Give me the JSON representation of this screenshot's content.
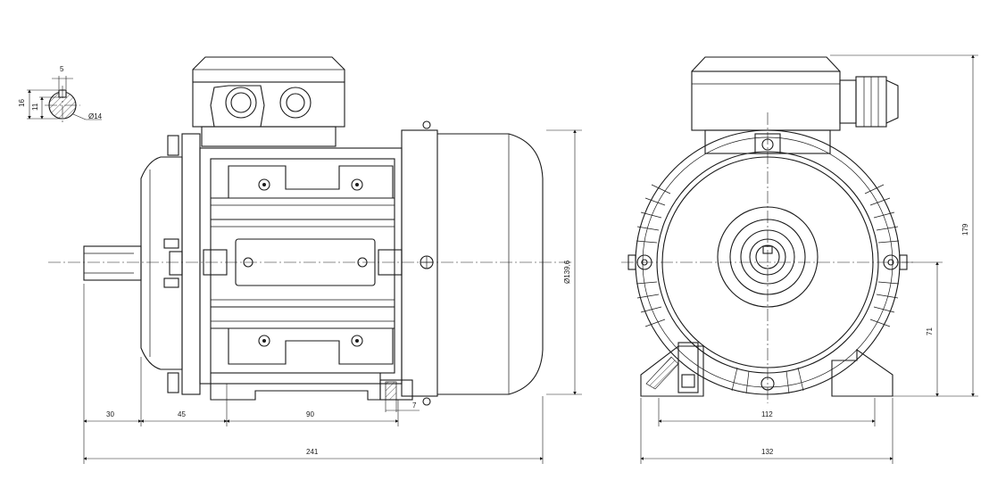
{
  "drawing": {
    "keyway_detail": {
      "width": "5",
      "height_outer": "16",
      "height_inner": "11",
      "diameter": "Ø14"
    },
    "side_view": {
      "dim_shaft_len": "30",
      "dim_flange_to_foot": "45",
      "dim_foot_span": "90",
      "dim_foot_thk": "7",
      "dim_total_len": "241",
      "dim_fan_dia": "Ø139,6"
    },
    "end_view": {
      "dim_foot_width": "112",
      "dim_total_width": "132",
      "dim_total_height": "179",
      "dim_shaft_height": "71"
    }
  }
}
